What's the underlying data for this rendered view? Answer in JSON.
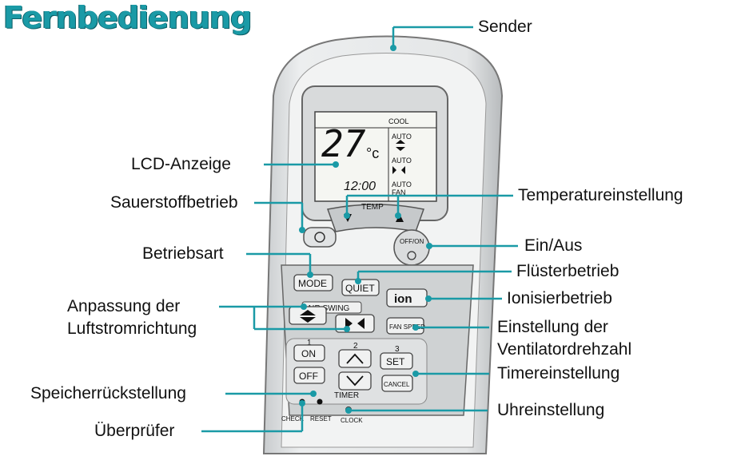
{
  "title": "Fernbedienung",
  "labels": {
    "sender": "Sender",
    "lcd": "LCD-Anzeige",
    "oxygen": "Sauerstoffbetrieb",
    "temp_setting": "Temperatureinstellung",
    "operating_mode": "Betriebsart",
    "on_off": "Ein/Aus",
    "quiet_mode": "Flüsterbetrieb",
    "ionizer": "Ionisierbetrieb",
    "airflow_line1": "Anpassung der",
    "airflow_line2": "Luftstromrichtung",
    "fan_line1": "Einstellung der",
    "fan_line2": "Ventilatordrehzahl",
    "timer": "Timereinstellung",
    "memory_reset": "Speicherrückstellung",
    "checker": "Überprüfer",
    "clock": "Uhreinstellung"
  },
  "remote": {
    "lcd_temp": "27",
    "lcd_unit": "°c",
    "lcd_time": "12:00",
    "lcd_cool": "COOL",
    "lcd_auto1": "AUTO",
    "lcd_auto2": "AUTO",
    "lcd_auto3": "AUTO",
    "lcd_fan": "FAN",
    "temp_label": "TEMP",
    "offon_label": "OFF/ON",
    "mode_btn": "MODE",
    "quiet_btn": "QUIET",
    "ion_btn": "ion",
    "air_swing_label": "AIR SWING",
    "fan_speed_btn": "FAN SPEED",
    "timer_num1": "1",
    "timer_num2": "2",
    "timer_num3": "3",
    "on_btn": "ON",
    "off_btn": "OFF",
    "set_btn": "SET",
    "cancel_btn": "CANCEL",
    "timer_label": "TIMER",
    "check_label": "CHECK",
    "reset_label": "RESET",
    "clock_label": "CLOCK"
  },
  "colors": {
    "title": "#1a9aa6",
    "leader": "#1a9aa6",
    "dot": "#1a9aa6"
  }
}
